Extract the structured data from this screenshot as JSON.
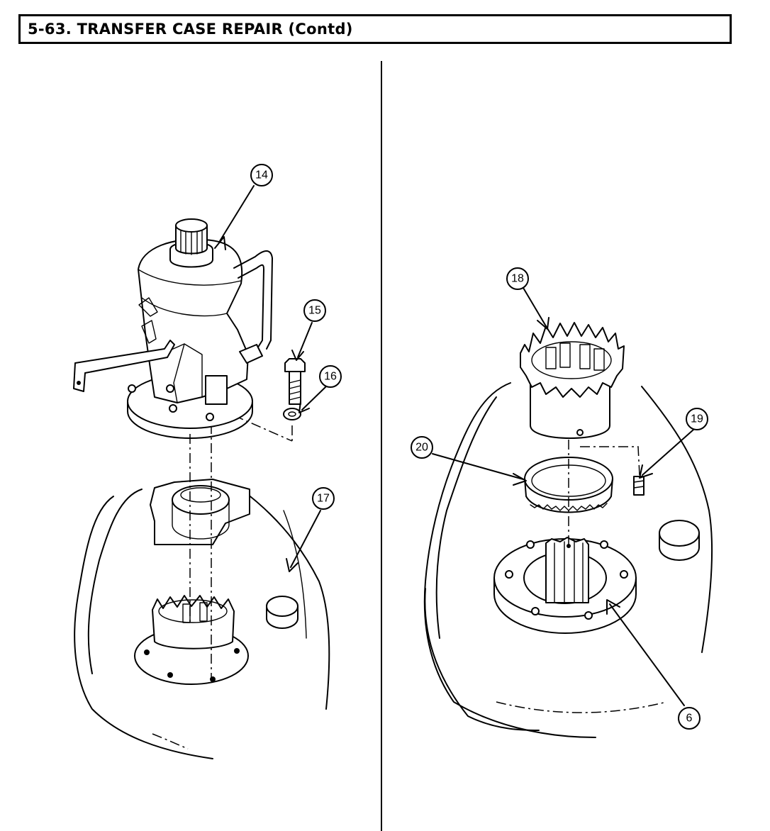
{
  "header": {
    "title": "5-63.  TRANSFER CASE REPAIR (Contd)"
  },
  "left_callouts": {
    "c14": "14",
    "c15": "15",
    "c16": "16",
    "c17": "17"
  },
  "right_callouts": {
    "c18": "18",
    "c19": "19",
    "c20": "20",
    "c6": "6"
  }
}
